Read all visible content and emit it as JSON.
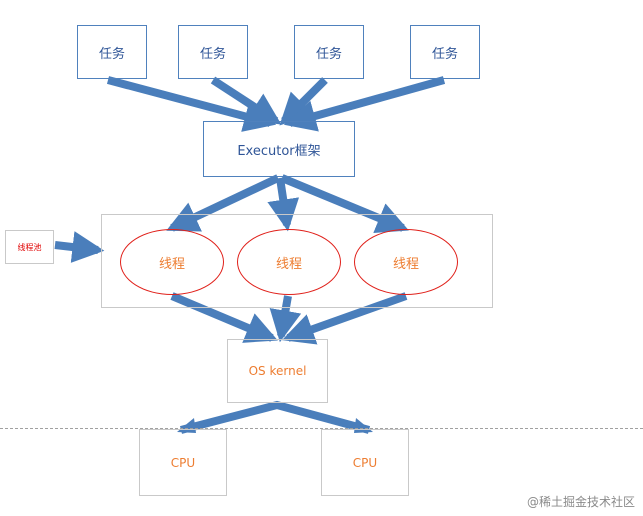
{
  "diagram": {
    "tasks": [
      "任务",
      "任务",
      "任务",
      "任务"
    ],
    "executor": "Executor框架",
    "pool_label": "线程池",
    "threads": [
      "线程",
      "线程",
      "线程"
    ],
    "kernel": "OS  kernel",
    "cpus": [
      "CPU",
      "CPU"
    ],
    "watermark": "@稀土掘金技术社区",
    "colors": {
      "arrow": "#4a7ebb",
      "box_border_blue": "#4f81bd",
      "blue_text": "#2f5597",
      "orange_text": "#ed7d31",
      "thread_border": "#e0201a",
      "pool_label_text": "#e00000",
      "gray_border": "#c9c9c9"
    }
  }
}
